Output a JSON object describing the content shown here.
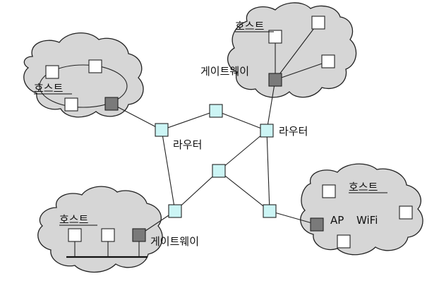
{
  "labels": {
    "host_top": "호스트",
    "host_left": "호스트",
    "host_bottom": "호스트",
    "host_right": "호스트",
    "gateway_top": "게이트웨이",
    "gateway_bottom": "게이트웨이",
    "router_left": "라우터",
    "router_right": "라우터",
    "ap": "AP",
    "wifi": "WiFi"
  },
  "colors": {
    "cloud": "#d6d6d6",
    "gateway": "#7a7a7a",
    "router": "#ccf5f5",
    "host": "#ffffff"
  }
}
